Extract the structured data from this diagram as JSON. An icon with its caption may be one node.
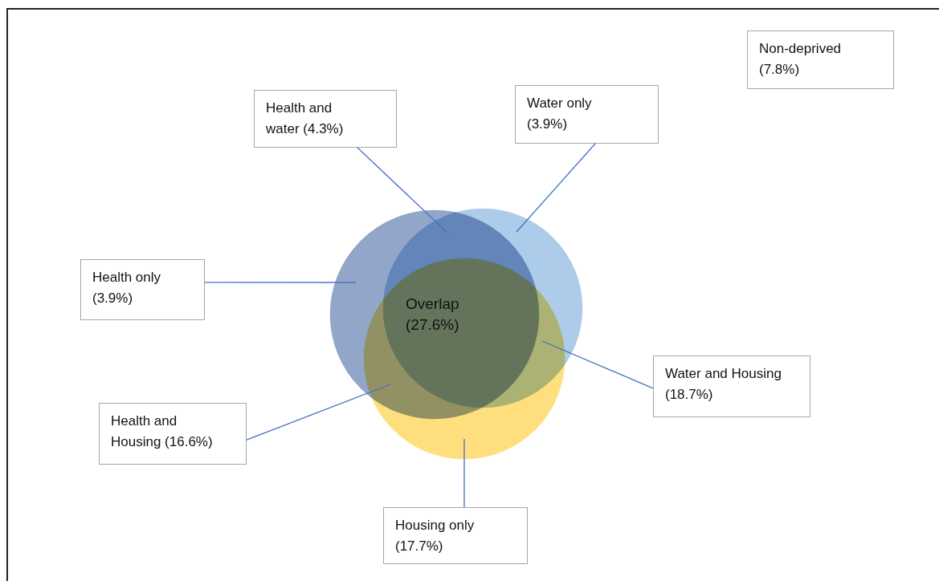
{
  "diagram": {
    "nodes": [
      {
        "text": [
          "Non-deprived (7.8%)"
        ]
      },
      {
        "text": [
          "Health and water (4.3%)"
        ]
      },
      {
        "text": [
          "Water only (3.9%)"
        ]
      },
      {
        "text": [
          "Health only (3.9%)"
        ]
      },
      {
        "text": [
          "Water and Housing (18.7%)"
        ]
      },
      {
        "text": [
          "Health and Housing (16.6%)"
        ]
      },
      {
        "text": [
          "Housing only (17.7%)"
        ]
      },
      {
        "text": [],
        "shape": "circle"
      },
      {
        "text": [],
        "shape": "circle"
      },
      {
        "text": [],
        "shape": "circle"
      }
    ],
    "edges": [
      {
        "from": 1,
        "to": 9,
        "arrow": "none"
      },
      {
        "from": 2,
        "to": 9,
        "arrow": "none"
      },
      {
        "from": 3,
        "to": 7,
        "arrow": "none"
      },
      {
        "from": 4,
        "to": 9,
        "arrow": "none"
      },
      {
        "from": 5,
        "to": 8,
        "arrow": "none"
      },
      {
        "from": 6,
        "to": 8,
        "arrow": "none"
      }
    ],
    "labels": [
      "Overlap (27.6%)"
    ]
  }
}
